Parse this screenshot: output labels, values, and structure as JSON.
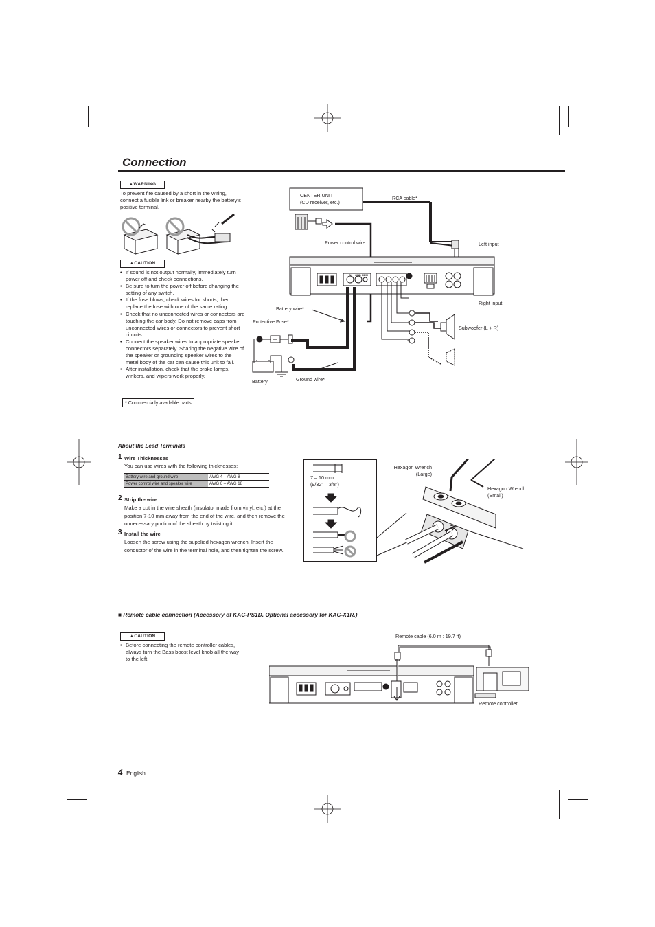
{
  "page": {
    "title": "Connection",
    "page_number": "4",
    "language": "English"
  },
  "warning": {
    "badge": "WARNING",
    "text": "To prevent fire caused by a short in the wiring, connect a fusible link or breaker nearby the battery’s positive terminal."
  },
  "caution": {
    "badge": "CAUTION",
    "items": [
      "If sound is not output normally, immediately turn power off and check connections.",
      "Be sure to turn the power off before changing the setting of any switch.",
      "If the fuse blows, check wires for shorts, then replace the fuse with one of the same rating.",
      "Check that no unconnected wires or connectors are touching the car body. Do not remove caps from unconnected wires or connectors to prevent short circuits.",
      "Connect the speaker wires to appropriate speaker connectors separately. Sharing the negative wire of the speaker or grounding speaker wires to the metal body of the car can cause this unit to fail.",
      "After installation, check that the brake lamps, winkers, and wipers work properly."
    ]
  },
  "note": "* Commercially available parts",
  "diagram_labels": {
    "center_unit": "CENTER UNIT",
    "center_unit_sub": "(CD receiver, etc.)",
    "rca_cable": "RCA cable*",
    "power_control_wire": "Power control wire",
    "left_input": "Left input",
    "right_input": "Right input",
    "battery_wire": "Battery wire*",
    "protective_fuse": "Protective Fuse*",
    "subwoofer": "Subwoofer (L + R)",
    "battery": "Battery",
    "ground_wire": "Ground wire*"
  },
  "lead_terminals": {
    "heading": "About the Lead Terminals",
    "steps": [
      {
        "num": "1",
        "title": "Wire Thicknesses",
        "text": "You can use wires with the following thicknesses:"
      },
      {
        "num": "2",
        "title": "Strip the wire",
        "text": "Make a cut in the wire sheath (insulator made from vinyl, etc.) at the position 7-10 mm away from the end of the wire, and then remove the unnecessary portion of the sheath by twisting it."
      },
      {
        "num": "3",
        "title": "Install the wire",
        "text": "Loosen the screw using the supplied hexagon wrench. Insert the conductor of the wire in the terminal hole, and then tighten the screw."
      }
    ],
    "table": [
      {
        "wire": "Battery wire and ground wire",
        "gauge": "AWG 4 – AWG 8"
      },
      {
        "wire": "Power control wire and speaker wire",
        "gauge": "AWG 6 – AWG 18"
      }
    ],
    "strip_length": "7 – 10 mm",
    "strip_length_in": "(9/32\" – 3/8\")",
    "wrench_large": "Hexagon Wrench",
    "wrench_large_sub": "(Large)",
    "wrench_small": "Hexagon Wrench",
    "wrench_small_sub": "(Small)"
  },
  "remote": {
    "heading": "Remote cable connection  (Accessory of KAC-PS1D.  Optional accessory for KAC-X1R.)",
    "badge": "CAUTION",
    "items": [
      "Before connecting the remote controller cables, always turn the Bass boost level knob all the way to the left."
    ],
    "cable_label": "Remote cable (6.0 m : 19.7 ft)",
    "controller_label": "Remote controller"
  },
  "amp_text": {
    "gnd": "GND",
    "bplus": "B+",
    "rem": "REM"
  }
}
